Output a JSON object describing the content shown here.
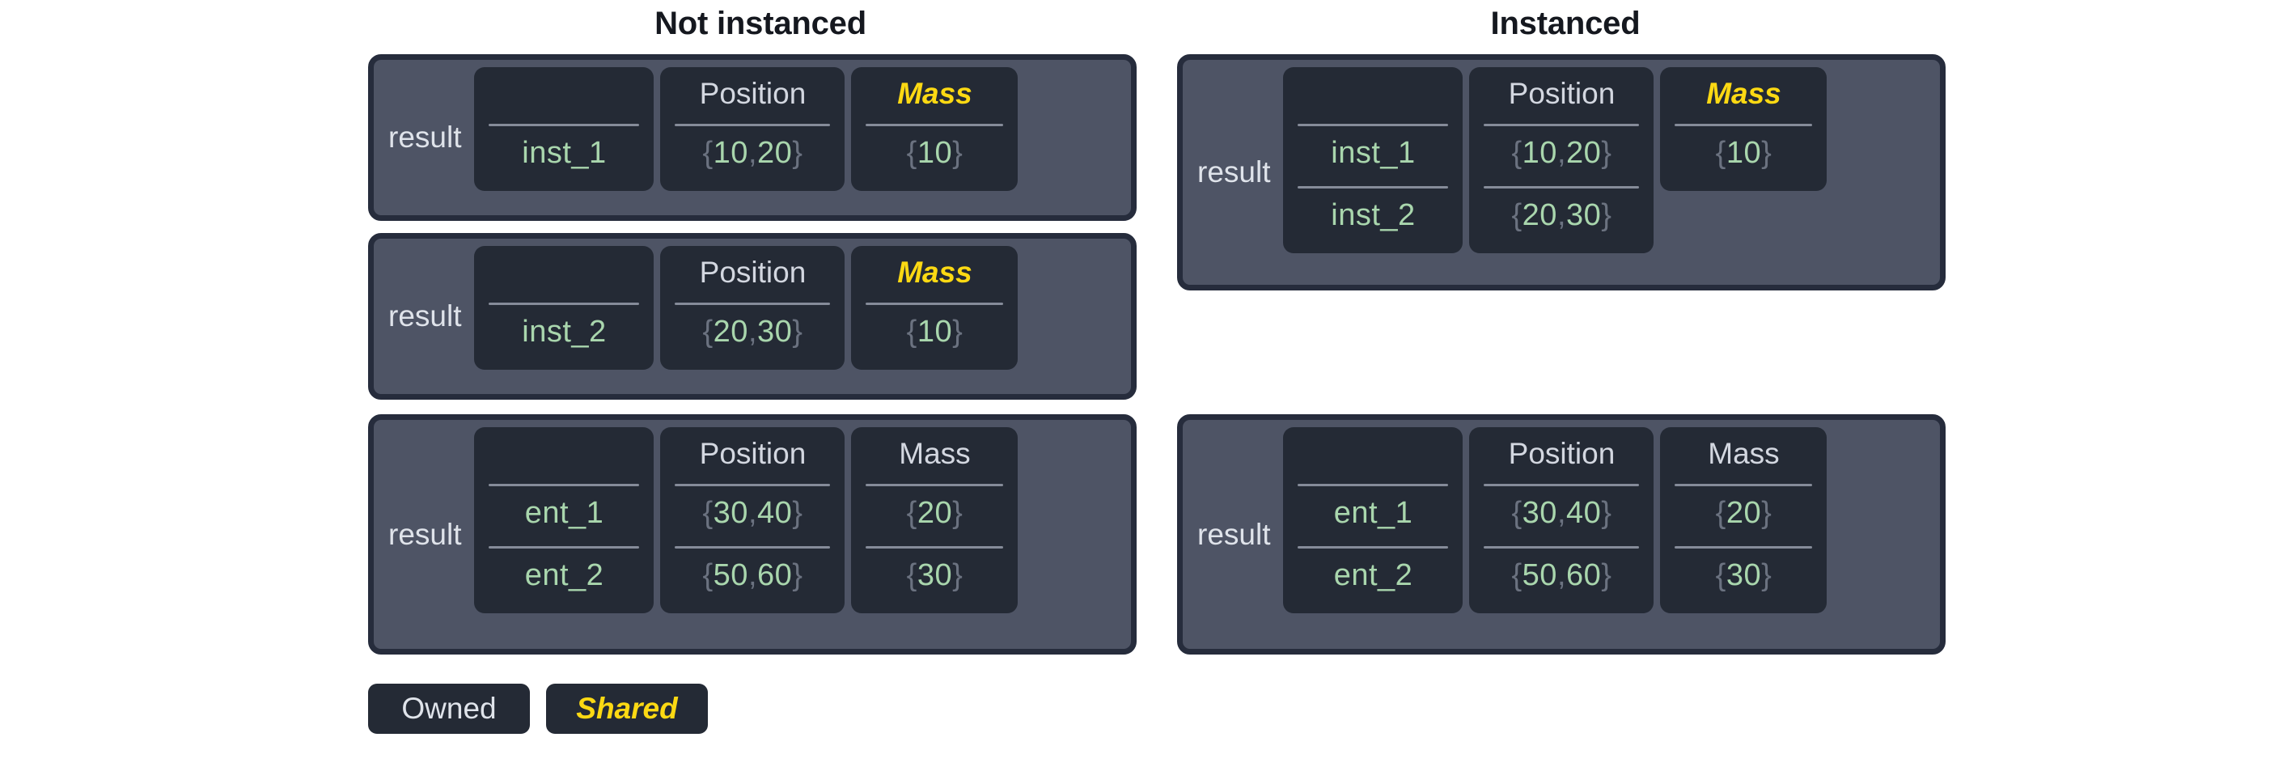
{
  "columns": {
    "left_title": "Not instanced",
    "right_title": "Instanced"
  },
  "labels": {
    "result": "result",
    "position": "Position",
    "mass": "Mass",
    "blank": ""
  },
  "legend": {
    "owned": "Owned",
    "shared": "Shared"
  },
  "colors": {
    "panel_bg": "#4e5465",
    "panel_border": "#262c3c",
    "cell_bg": "#242a35",
    "owned_text": "#d3d7e0",
    "shared_text": "#fcd913",
    "value_text": "#a9d6ad",
    "brace_text": "#6b7280",
    "rule": "#858b99",
    "page_bg": "#ffffff",
    "title_text": "#15181f"
  },
  "not_instanced": {
    "tables": [
      {
        "label": "result",
        "headers": [
          {
            "text": "",
            "shared": false
          },
          {
            "text": "Position",
            "shared": false
          },
          {
            "text": "Mass",
            "shared": true
          }
        ],
        "rows": [
          {
            "name": "inst_1",
            "position": "{10, 20}",
            "mass": "{10}"
          }
        ]
      },
      {
        "label": "result",
        "headers": [
          {
            "text": "",
            "shared": false
          },
          {
            "text": "Position",
            "shared": false
          },
          {
            "text": "Mass",
            "shared": true
          }
        ],
        "rows": [
          {
            "name": "inst_2",
            "position": "{20, 30}",
            "mass": "{10}"
          }
        ]
      },
      {
        "label": "result",
        "headers": [
          {
            "text": "",
            "shared": false
          },
          {
            "text": "Position",
            "shared": false
          },
          {
            "text": "Mass",
            "shared": false
          }
        ],
        "rows": [
          {
            "name": "ent_1",
            "position": "{30, 40}",
            "mass": "{20}"
          },
          {
            "name": "ent_2",
            "position": "{50, 60}",
            "mass": "{30}"
          }
        ]
      }
    ]
  },
  "instanced": {
    "tables": [
      {
        "label": "result",
        "headers": [
          {
            "text": "",
            "shared": false
          },
          {
            "text": "Position",
            "shared": false
          },
          {
            "text": "Mass",
            "shared": true
          }
        ],
        "rows": [
          {
            "name": "inst_1",
            "position": "{10, 20}",
            "mass": "{10}"
          },
          {
            "name": "inst_2",
            "position": "{20, 30}",
            "mass": null
          }
        ],
        "mass_shared_single": true
      },
      {
        "label": "result",
        "headers": [
          {
            "text": "",
            "shared": false
          },
          {
            "text": "Position",
            "shared": false
          },
          {
            "text": "Mass",
            "shared": false
          }
        ],
        "rows": [
          {
            "name": "ent_1",
            "position": "{30, 40}",
            "mass": "{20}"
          },
          {
            "name": "ent_2",
            "position": "{50, 60}",
            "mass": "{30}"
          }
        ],
        "mass_shared_single": false
      }
    ]
  }
}
